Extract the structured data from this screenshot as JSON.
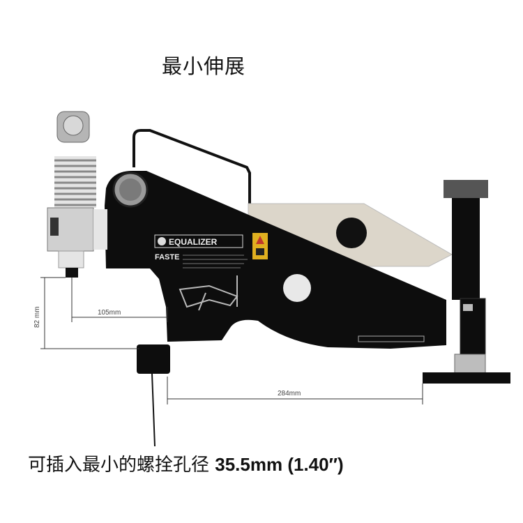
{
  "title": "最小伸展",
  "caption": {
    "text": "可插入最小的螺拴孔径",
    "value": "35.5mm (1.40″)"
  },
  "dimensions": {
    "horizontal_small": "105mm",
    "vertical": "82 mm",
    "horizontal_large": "284mm"
  },
  "tool_labels": {
    "brand": "EQUALIZER",
    "subtitle": "FASTE"
  },
  "colors": {
    "body": "#0d0d0d",
    "blade": "#d9d3c7",
    "metal": "#c8c8c8",
    "warning": "#e0b020"
  }
}
